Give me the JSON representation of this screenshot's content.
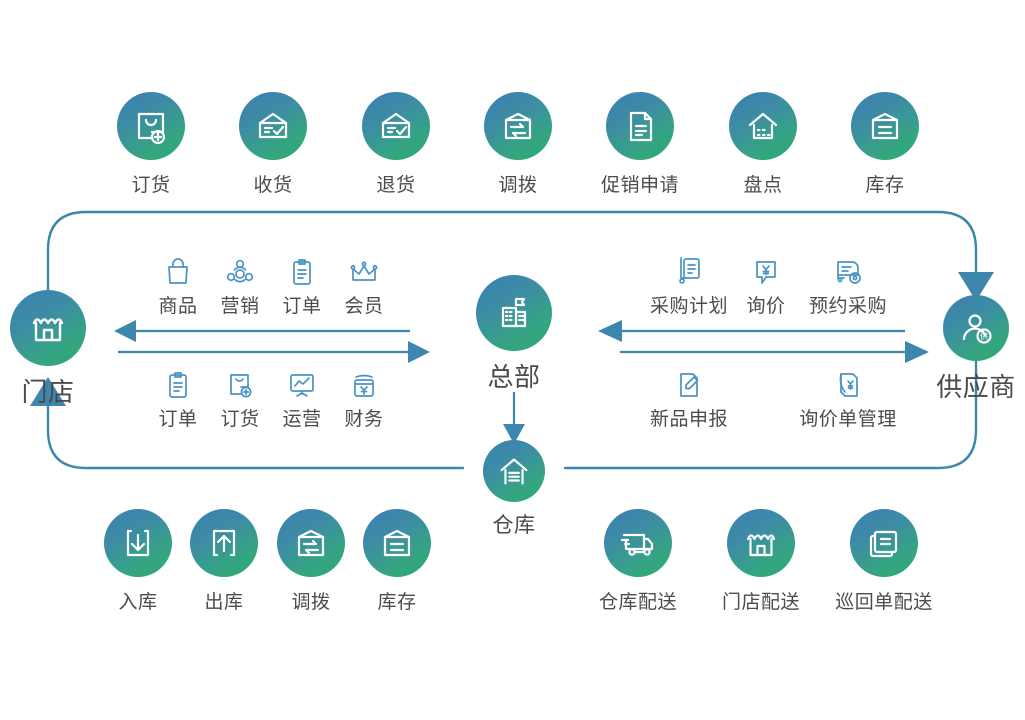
{
  "theme": {
    "node_gradient_from": "#3b7fb2",
    "node_gradient_to": "#2aab6e",
    "line_color": "#3d86ad",
    "icon_line_color": "#4a93c4",
    "label_color": "#4c4c4c",
    "background": "#ffffff"
  },
  "nodes": {
    "store": {
      "label": "门店",
      "icon": "storefront-icon"
    },
    "headquarters": {
      "label": "总部",
      "icon": "office-building-icon"
    },
    "warehouse": {
      "label": "仓库",
      "icon": "warehouse-icon"
    },
    "supplier": {
      "label": "供应商",
      "icon": "supplier-person-icon"
    }
  },
  "top_row": {
    "items": [
      {
        "label": "订货",
        "icon": "order-goods-icon"
      },
      {
        "label": "收货",
        "icon": "receive-goods-icon"
      },
      {
        "label": "退货",
        "icon": "return-goods-icon"
      },
      {
        "label": "调拨",
        "icon": "transfer-box-icon"
      },
      {
        "label": "促销申请",
        "icon": "promotion-document-icon"
      },
      {
        "label": "盘点",
        "icon": "stocktake-house-icon"
      },
      {
        "label": "库存",
        "icon": "inventory-box-icon"
      }
    ]
  },
  "bottom_left_row": {
    "items": [
      {
        "label": "入库",
        "icon": "inbound-arrow-down-icon"
      },
      {
        "label": "出库",
        "icon": "outbound-arrow-up-icon"
      },
      {
        "label": "调拨",
        "icon": "transfer-box-icon"
      },
      {
        "label": "库存",
        "icon": "inventory-box-icon"
      }
    ]
  },
  "bottom_right_row": {
    "items": [
      {
        "label": "仓库配送",
        "icon": "delivery-truck-icon"
      },
      {
        "label": "门店配送",
        "icon": "store-delivery-icon"
      },
      {
        "label": "巡回单配送",
        "icon": "route-sheet-delivery-icon"
      }
    ]
  },
  "store_to_hq": {
    "upper_items": [
      {
        "label": "商品",
        "icon": "shopping-bag-icon"
      },
      {
        "label": "营销",
        "icon": "marketing-group-icon"
      },
      {
        "label": "订单",
        "icon": "order-clipboard-icon"
      },
      {
        "label": "会员",
        "icon": "member-crown-icon"
      }
    ],
    "lower_items": [
      {
        "label": "订单",
        "icon": "order-clipboard-icon"
      },
      {
        "label": "订货",
        "icon": "order-goods-icon"
      },
      {
        "label": "运营",
        "icon": "operations-chart-icon"
      },
      {
        "label": "财务",
        "icon": "finance-yen-icon"
      }
    ]
  },
  "hq_to_supplier": {
    "upper_items": [
      {
        "label": "采购计划",
        "icon": "purchase-plan-icon"
      },
      {
        "label": "询价",
        "icon": "price-inquiry-icon"
      },
      {
        "label": "预约采购",
        "icon": "scheduled-purchase-icon"
      }
    ],
    "lower_items": [
      {
        "label": "新品申报",
        "icon": "new-product-declare-icon"
      },
      {
        "label": "询价单管理",
        "icon": "inquiry-sheet-manage-icon"
      }
    ]
  },
  "flows": {
    "store_to_hq_upper_direction": "left",
    "store_to_hq_lower_direction": "right",
    "hq_to_supplier_upper_direction": "left",
    "hq_to_supplier_lower_direction": "right",
    "hq_to_warehouse_direction": "down",
    "outer_loop_top_direction": "to-supplier",
    "outer_loop_bottom_direction": "to-store"
  }
}
